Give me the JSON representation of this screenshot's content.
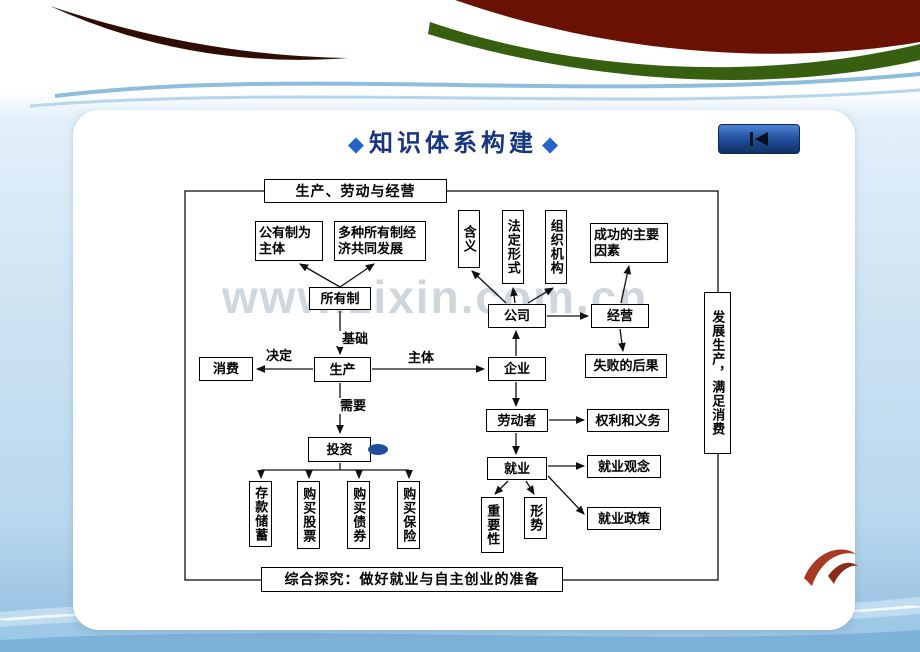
{
  "header": {
    "title": "知识体系构建",
    "diamond": "◆"
  },
  "watermark": "www.zixin.com.cn",
  "diagram": {
    "frame": {
      "top": "生产、劳动与经营",
      "right": "发展生产，满足消费",
      "bottom": "综合探究：做好就业与自主创业的准备"
    },
    "nodes": {
      "public_ownership": "公有制为主体",
      "diverse_ownership": "多种所有制经济共同发展",
      "ownership": "所有制",
      "meaning": "含义",
      "legal_form": "法定形式",
      "org_structure": "组织机构",
      "success_factors": "成功的主要因素",
      "company": "公司",
      "operation": "经营",
      "failure_consequence": "失败的后果",
      "consumption": "消费",
      "production": "生产",
      "enterprise": "企业",
      "laborer": "劳动者",
      "rights_duties": "权利和义务",
      "investment": "投资",
      "employment": "就业",
      "employment_concept": "就业观念",
      "employment_policy": "就业政策",
      "savings": "存款储蓄",
      "buy_stocks": "购买股票",
      "buy_bonds": "购买债券",
      "buy_insurance": "购买保险",
      "importance": "重要性",
      "situation": "形势"
    },
    "edge_labels": {
      "decide": "决定",
      "basis": "基础",
      "subject": "主体",
      "need": "需要"
    }
  }
}
